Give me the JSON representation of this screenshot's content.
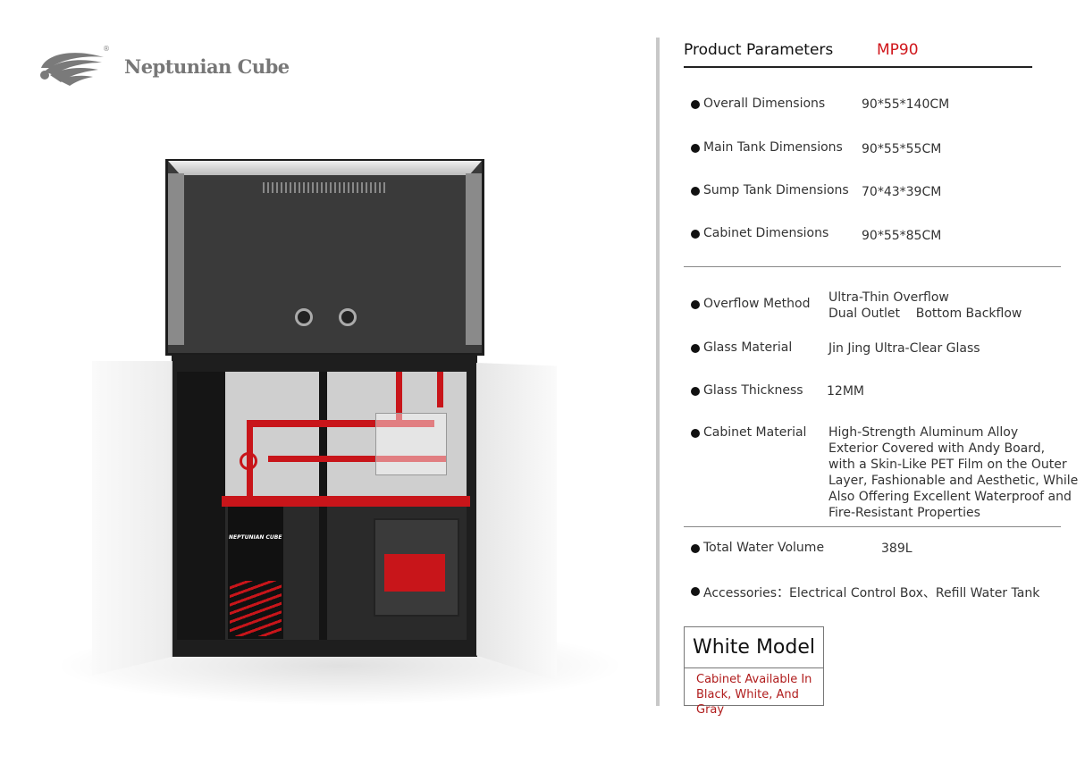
{
  "brand": {
    "name": "Neptunian Cube",
    "registered": "®",
    "cabinet_label": "NEPTUNIAN CUBE"
  },
  "header": {
    "title": "Product Parameters",
    "model": "MP90"
  },
  "dimensions": [
    {
      "label": "Overall Dimensions",
      "value": "90*55*140CM"
    },
    {
      "label": "Main Tank Dimensions",
      "value": "90*55*55CM"
    },
    {
      "label": "Sump Tank Dimensions",
      "value": "70*43*39CM"
    },
    {
      "label": "Cabinet Dimensions",
      "value": "90*55*85CM"
    }
  ],
  "specs": [
    {
      "label": "Overflow Method",
      "value_lines": [
        "Ultra-Thin Overflow",
        "Dual Outlet    Bottom Backflow"
      ]
    },
    {
      "label": "Glass Material",
      "value_lines": [
        "Jin Jing Ultra-Clear Glass"
      ]
    },
    {
      "label": "Glass Thickness",
      "value_lines": [
        "12MM"
      ]
    },
    {
      "label": "Cabinet Material",
      "value_lines": [
        "High-Strength Aluminum Alloy",
        "Exterior Covered with Andy Board,",
        "with a Skin-Like PET Film on the Outer",
        "Layer, Fashionable and Aesthetic, While",
        "Also Offering Excellent Waterproof and",
        "Fire-Resistant Properties"
      ]
    }
  ],
  "volume": {
    "label": "Total Water Volume",
    "value": "389L"
  },
  "accessories": {
    "label": "Accessories：Electrical Control Box、Refill Water Tank"
  },
  "variant": {
    "title": "White Model",
    "note_lines": [
      "Cabinet Available In",
      "Black, White, And Gray"
    ]
  },
  "colors": {
    "accent": "#d0161b",
    "cabinet": "#1e1e1e",
    "pipe": "#c8151a"
  }
}
